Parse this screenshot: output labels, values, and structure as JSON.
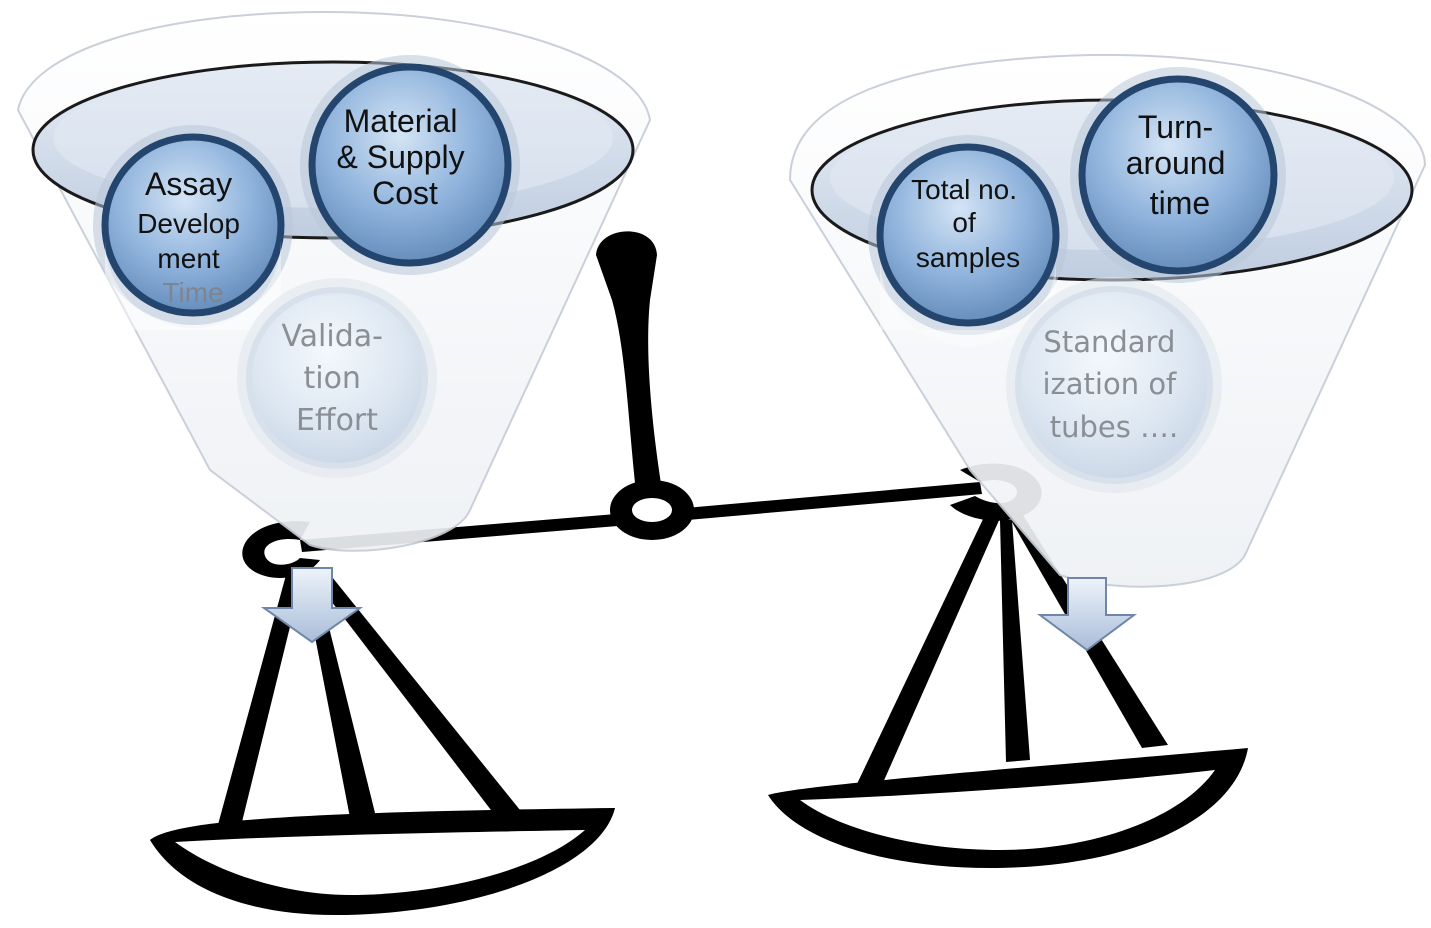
{
  "diagram": {
    "left_funnel": {
      "circles": [
        {
          "lines": [
            "Assay",
            "Develop",
            "ment",
            "Time"
          ],
          "style": "front"
        },
        {
          "lines": [
            "Material",
            "& Supply",
            "Cost"
          ],
          "style": "front"
        },
        {
          "lines": [
            "Valida-",
            "tion",
            "Effort"
          ],
          "style": "faded"
        }
      ]
    },
    "right_funnel": {
      "circles": [
        {
          "lines": [
            "Total no.",
            "of",
            "samples"
          ],
          "style": "front"
        },
        {
          "lines": [
            "Turn-",
            "around",
            "time"
          ],
          "style": "front"
        },
        {
          "lines": [
            "Standard",
            "ization of",
            "tubes …."
          ],
          "style": "faded"
        }
      ]
    },
    "colors": {
      "ink": "#000000",
      "circle_fill": "#8fb3dc",
      "circle_ring": "#2f4f7a",
      "funnel_fill": "#f4f5f7",
      "funnel_rim": "#c9d4e3",
      "arrow_fill": "#c9d6ea",
      "arrow_stroke": "#6f86a8"
    }
  }
}
